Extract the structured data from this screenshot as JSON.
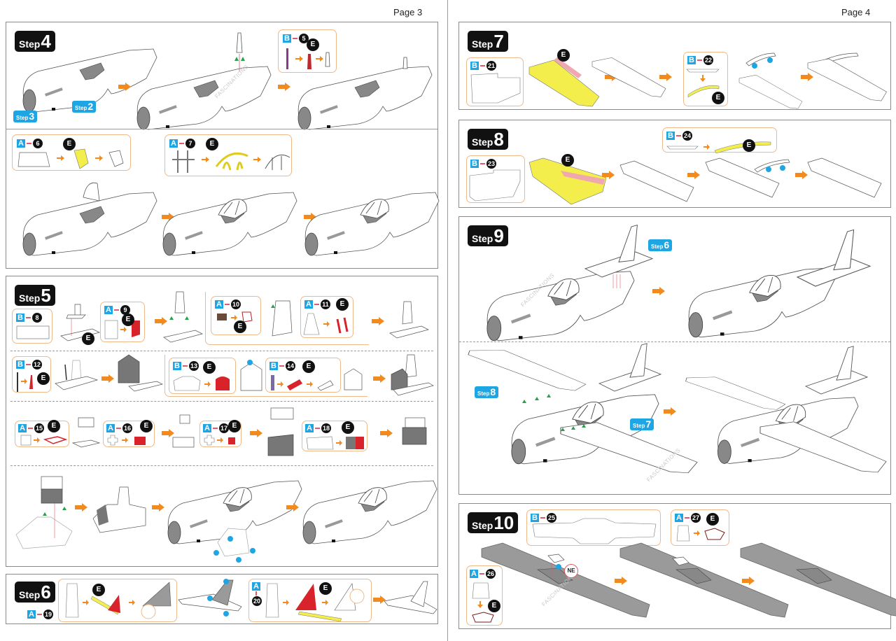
{
  "pages": [
    {
      "label": "Page 3"
    },
    {
      "label": "Page 4"
    }
  ],
  "watermark": "FASCINATIONS",
  "step_word": "Step",
  "callout_word_E": "E",
  "ne_label": "NE",
  "steps": {
    "s4": {
      "number": "4",
      "refs": [
        {
          "word": "Step",
          "number": "3"
        },
        {
          "word": "Step",
          "number": "2"
        }
      ],
      "callouts": [
        {
          "sheet": "B",
          "part": "5"
        },
        {
          "sheet": "A",
          "part": "6"
        },
        {
          "sheet": "A",
          "part": "7"
        }
      ]
    },
    "s5": {
      "number": "5",
      "callouts": [
        {
          "sheet": "B",
          "part": "8"
        },
        {
          "sheet": "A",
          "part": "9"
        },
        {
          "sheet": "A",
          "part": "10"
        },
        {
          "sheet": "A",
          "part": "11"
        },
        {
          "sheet": "B",
          "part": "12"
        },
        {
          "sheet": "B",
          "part": "13"
        },
        {
          "sheet": "B",
          "part": "14"
        },
        {
          "sheet": "A",
          "part": "15"
        },
        {
          "sheet": "A",
          "part": "16"
        },
        {
          "sheet": "A",
          "part": "17"
        },
        {
          "sheet": "A",
          "part": "18"
        }
      ]
    },
    "s6": {
      "number": "6",
      "callouts": [
        {
          "sheet": "A",
          "part": "19"
        },
        {
          "sheet": "A",
          "part": "20"
        }
      ]
    },
    "s7": {
      "number": "7",
      "callouts": [
        {
          "sheet": "B",
          "part": "21"
        },
        {
          "sheet": "B",
          "part": "22"
        }
      ]
    },
    "s8": {
      "number": "8",
      "callouts": [
        {
          "sheet": "B",
          "part": "23"
        },
        {
          "sheet": "B",
          "part": "24"
        }
      ]
    },
    "s9": {
      "number": "9",
      "refs": [
        {
          "word": "Step",
          "number": "6"
        },
        {
          "word": "Step",
          "number": "8"
        },
        {
          "word": "Step",
          "number": "7"
        }
      ]
    },
    "s10": {
      "number": "10",
      "callouts": [
        {
          "sheet": "B",
          "part": "25"
        },
        {
          "sheet": "A",
          "part": "26"
        },
        {
          "sheet": "A",
          "part": "27"
        }
      ]
    }
  },
  "colors": {
    "accent_blue": "#1ea6e4",
    "arrow_orange": "#f28a1e",
    "glue_yellow": "#f4ee4c",
    "bend_red": "#d8232a",
    "callout_border": "#f0b98a",
    "badge_black": "#111111"
  }
}
